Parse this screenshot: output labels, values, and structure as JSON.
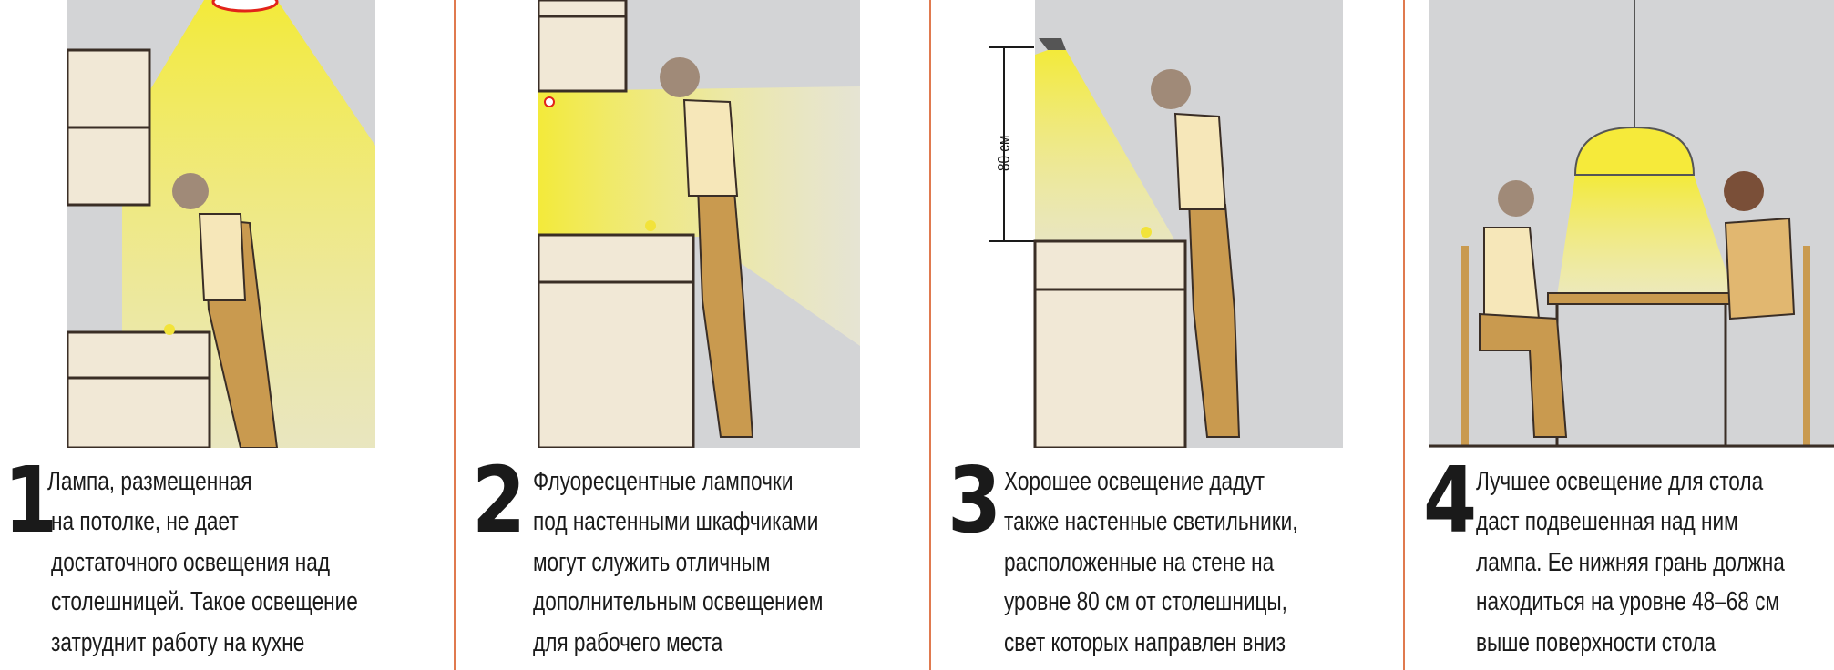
{
  "panels": [
    {
      "number": "1",
      "lines": [
        "Лампа, размещенная",
        "на потолке, не дает",
        "достаточного освещения над",
        "столешницей. Такое освещение",
        "затруднит работу на кухне"
      ]
    },
    {
      "number": "2",
      "lines": [
        "Флуоресцентные лампочки",
        "под настенными шкафчиками",
        "могут служить отличным",
        "дополнительным освещением",
        "для рабочего места"
      ]
    },
    {
      "number": "3",
      "lines": [
        "Хорошее освещение дадут",
        "также настенные светильники,",
        "расположенные на стене на",
        "уровне 80 см от столешницы,",
        "свет которых направлен вниз"
      ],
      "measure_label": "80 см"
    },
    {
      "number": "4",
      "lines": [
        "Лучшее освещение для стола",
        "даст подвешенная над ним",
        "лампа. Ее нижняя грань должна",
        "находиться на уровне 48–68 см",
        "выше поверхности стола"
      ]
    }
  ],
  "colors": {
    "wall": "#d3d4d6",
    "light": "#f3ea5a",
    "divider": "#e07a4f",
    "cabinet": "#f1e8d6",
    "wood": "#c99a4f"
  }
}
